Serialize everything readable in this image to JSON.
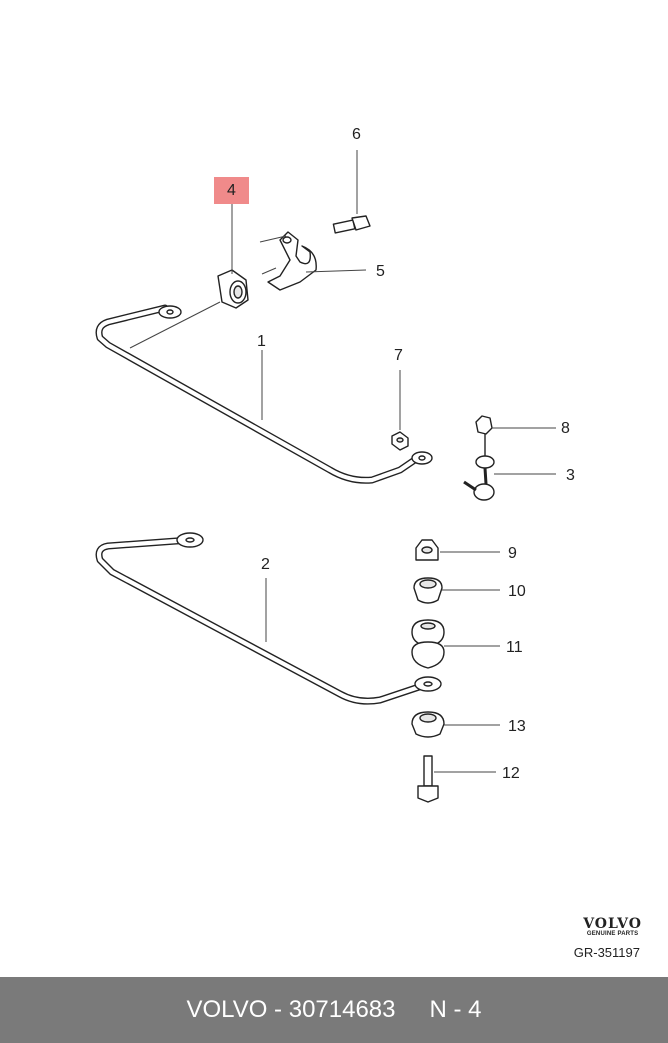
{
  "callouts": {
    "c1": "1",
    "c2": "2",
    "c3": "3",
    "c4": "4",
    "c5": "5",
    "c6": "6",
    "c7": "7",
    "c8": "8",
    "c9": "9",
    "c10": "10",
    "c11": "11",
    "c12": "12",
    "c13": "13"
  },
  "highlighted_callout": "4",
  "highlight_color": "#f08a8a",
  "brand": {
    "logo": "VOLVO",
    "subtitle": "GENUINE PARTS"
  },
  "diagram_ref": "GR-351197",
  "footer": {
    "part": "VOLVO - 30714683",
    "position": "N - 4",
    "background": "#7a7a7a"
  }
}
